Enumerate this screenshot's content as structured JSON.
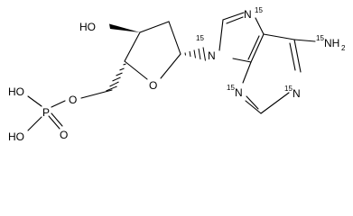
{
  "molecule": {
    "isotope_mass": "15",
    "atoms": {
      "ho_3prime": "HO",
      "ring_o": "O",
      "n9": "N",
      "n7": "N",
      "nh2": "NH",
      "nh2_sub": "2",
      "n3": "N",
      "n1": "N",
      "ester_o": "O",
      "phosphorus": "P",
      "p_oh_top": "HO",
      "p_oh_bottom": "HO",
      "p_oxo": "O"
    }
  }
}
